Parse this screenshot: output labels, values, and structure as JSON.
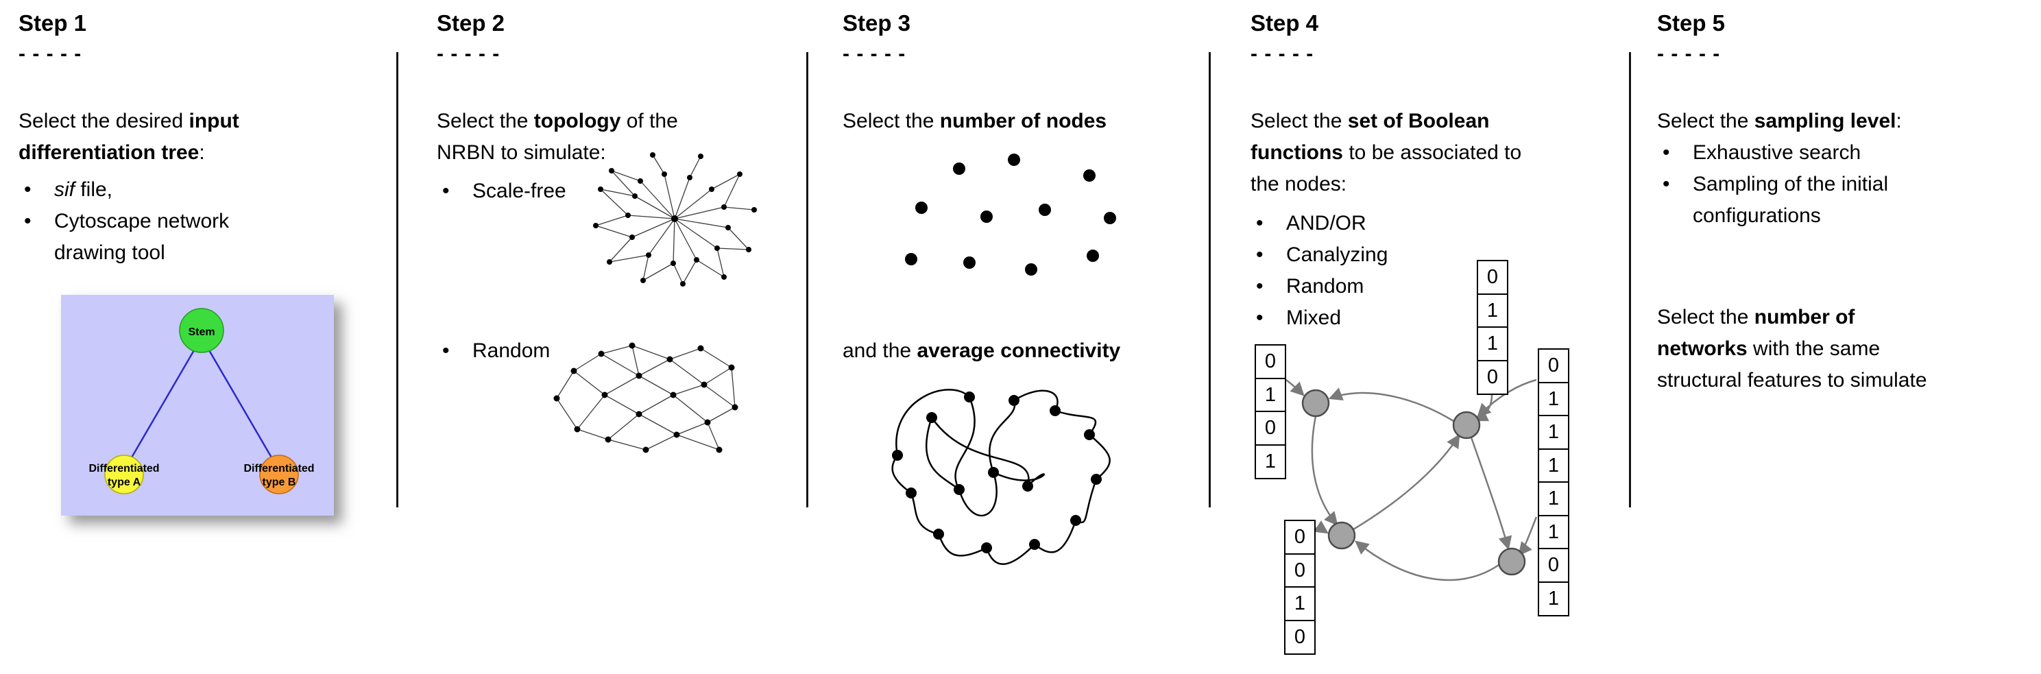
{
  "ui": {
    "bullet": "•"
  },
  "steps": [
    {
      "title": "Step 1",
      "dashes": "- - - - -",
      "intro": {
        "pre": "Select the desired ",
        "bold": "input differentiation tree",
        "post": ":"
      },
      "bullets": [
        {
          "italic": "sif",
          "rest": " file,"
        },
        {
          "rest": "Cytoscape network drawing tool"
        }
      ],
      "tree": {
        "root_label": "Stem",
        "left_label_1": "Differentiated",
        "left_label_2": "type A",
        "right_label_1": "Differentiated",
        "right_label_2": "type B",
        "colors": {
          "background": "#c9c9fb",
          "root": "#3ddc3d",
          "left": "#f7f73c",
          "right": "#f89a38",
          "edge": "#2a2ac8"
        }
      }
    },
    {
      "title": "Step 2",
      "dashes": "- - - - -",
      "intro": {
        "pre": "Select the ",
        "bold": "topology",
        "post": " of the NRBN to simulate:"
      },
      "bullets": [
        {
          "rest": "Scale-free"
        },
        {
          "rest": "Random"
        }
      ]
    },
    {
      "title": "Step 3",
      "dashes": "- - - - -",
      "line1": {
        "pre": "Select the ",
        "bold": "number of nodes"
      },
      "line2": {
        "pre": "and the ",
        "bold": "average connectivity"
      }
    },
    {
      "title": "Step 4",
      "dashes": "- - - - -",
      "intro": {
        "pre": "Select the ",
        "bold": "set of Boolean functions",
        "post": " to be associated to the nodes:"
      },
      "bullets": [
        {
          "rest": "AND/OR"
        },
        {
          "rest": "Canalyzing"
        },
        {
          "rest": "Random"
        },
        {
          "rest": "Mixed"
        }
      ],
      "colors": {
        "node": "#a3a3a3",
        "arrow": "#7a7a7a"
      },
      "truth_tables": {
        "left": [
          "0",
          "1",
          "0",
          "1"
        ],
        "top": [
          "0",
          "1",
          "1",
          "0"
        ],
        "bottom": [
          "0",
          "0",
          "1",
          "0"
        ],
        "right": [
          "0",
          "1",
          "1",
          "1",
          "1",
          "1",
          "0",
          "1"
        ]
      }
    },
    {
      "title": "Step 5",
      "dashes": "- - - - -",
      "intro": {
        "pre": "Select the ",
        "bold": "sampling level",
        "post": ":"
      },
      "bullets": [
        {
          "rest": "Exhaustive search"
        },
        {
          "rest": "Sampling of the initial configurations"
        }
      ],
      "para2_lines": [
        {
          "pre": "Select the ",
          "bold": "number of"
        },
        {
          "bold": "networks",
          "post": " with the same"
        },
        {
          "pre": "structural features to simulate"
        }
      ]
    }
  ]
}
